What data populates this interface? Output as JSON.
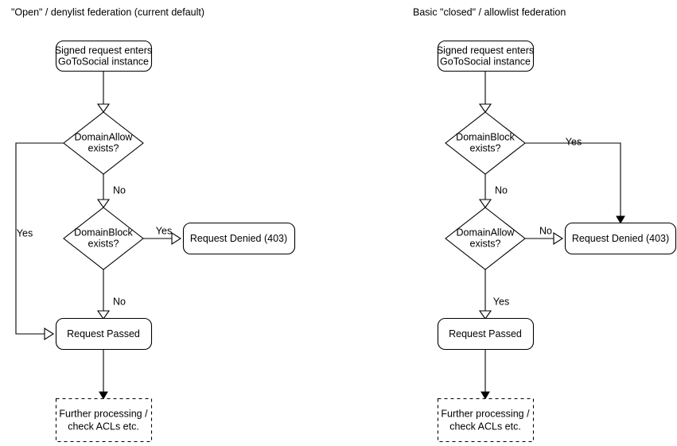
{
  "diagram": {
    "kind": "flowchart",
    "background": "#ffffff",
    "stroke_color": "#000000",
    "text_color": "#000000",
    "panels": [
      {
        "id": "open-federation",
        "title": "\"Open\" / denylist federation (current default)",
        "nodes": {
          "entry": {
            "label_line1": "Signed request enters",
            "label_line2": "GoToSocial instance",
            "shape": "rounded-rect"
          },
          "decision_allow": {
            "label_line1": "DomainAllow",
            "label_line2": "exists?",
            "shape": "diamond"
          },
          "decision_block": {
            "label_line1": "DomainBlock",
            "label_line2": "exists?",
            "shape": "diamond"
          },
          "denied": {
            "label_line1": "Request Denied (403)",
            "shape": "rounded-rect"
          },
          "passed": {
            "label_line1": "Request Passed",
            "shape": "rounded-rect"
          },
          "further": {
            "label_line1": "Further processing /",
            "label_line2": "check ACLs etc.",
            "shape": "dashed-rect"
          }
        },
        "edge_labels": {
          "allow_yes": "Yes",
          "allow_no": "No",
          "block_yes": "Yes",
          "block_no": "No"
        }
      },
      {
        "id": "closed-federation",
        "title": "Basic \"closed\" / allowlist federation",
        "nodes": {
          "entry": {
            "label_line1": "Signed request enters",
            "label_line2": "GoToSocial instance",
            "shape": "rounded-rect"
          },
          "decision_block": {
            "label_line1": "DomainBlock",
            "label_line2": "exists?",
            "shape": "diamond"
          },
          "decision_allow": {
            "label_line1": "DomainAllow",
            "label_line2": "exists?",
            "shape": "diamond"
          },
          "denied": {
            "label_line1": "Request Denied (403)",
            "shape": "rounded-rect"
          },
          "passed": {
            "label_line1": "Request Passed",
            "shape": "rounded-rect"
          },
          "further": {
            "label_line1": "Further processing /",
            "label_line2": "check ACLs etc.",
            "shape": "dashed-rect"
          }
        },
        "edge_labels": {
          "block_yes": "Yes",
          "block_no": "No",
          "allow_no": "No",
          "allow_yes": "Yes"
        }
      }
    ]
  }
}
